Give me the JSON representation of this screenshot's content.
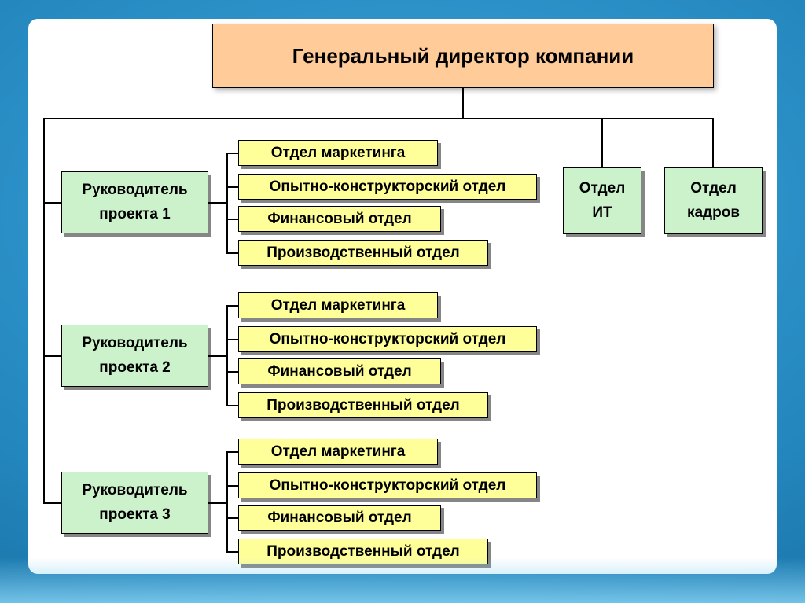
{
  "slide": {
    "colors": {
      "background": "#2488bf",
      "panel": "#ffffff",
      "director_fill": "#ffcc99",
      "manager_fill": "#ccf2cc",
      "department_fill": "#ffff99",
      "connector": "#000000"
    }
  },
  "org": {
    "director": {
      "label": "Генеральный директор компании"
    },
    "projects": [
      {
        "manager": {
          "line1": "Руководитель",
          "line2": "проекта 1"
        },
        "departments": [
          "Отдел маркетинга",
          "Опытно-конструкторский отдел",
          "Финансовый отдел",
          "Производственный отдел"
        ]
      },
      {
        "manager": {
          "line1": "Руководитель",
          "line2": "проекта 2"
        },
        "departments": [
          "Отдел маркетинга",
          "Опытно-конструкторский отдел",
          "Финансовый отдел",
          "Производственный отдел"
        ]
      },
      {
        "manager": {
          "line1": "Руководитель",
          "line2": "проекта 3"
        },
        "departments": [
          "Отдел маркетинга",
          "Опытно-конструкторский отдел",
          "Финансовый отдел",
          "Производственный отдел"
        ]
      }
    ],
    "staff_units": [
      {
        "line1": "Отдел",
        "line2": "ИТ"
      },
      {
        "line1": "Отдел",
        "line2": "кадров"
      }
    ]
  }
}
